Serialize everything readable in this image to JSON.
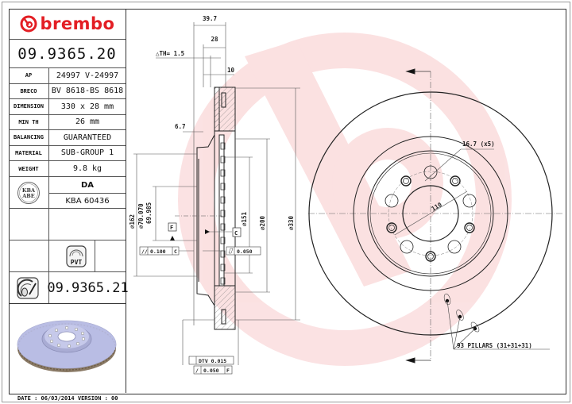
{
  "brand": {
    "name": "brembo",
    "color": "#e31e24"
  },
  "part_number": "09.9365.20",
  "specs": [
    {
      "label": "AP",
      "value": "24997 V-24997"
    },
    {
      "label": "BRECO",
      "value": "BV 8618-BS 8618"
    },
    {
      "label": "DIMENSION",
      "value": "330 x 28 mm"
    },
    {
      "label": "MIN TH",
      "value": "26 mm"
    },
    {
      "label": "BALANCING",
      "value": "GUARANTEED"
    },
    {
      "label": "MATERIAL",
      "value": "SUB-GROUP 1"
    },
    {
      "label": "WEIGHT",
      "value": "9.8 kg"
    }
  ],
  "kba": {
    "icon_label_1": "KBA",
    "icon_label_2": "ABE",
    "value_1": "DA",
    "value_2": "KBA 60436"
  },
  "pvt": {
    "icon_label": "PVT"
  },
  "alt_part_number": "09.9365.21",
  "footer": {
    "date_text": "DATE : 06/03/2014 VERSION : 00"
  },
  "drawing": {
    "dims": {
      "overall_width": "39.7",
      "thickness": "28",
      "delta_th": "△TH= 1.5",
      "vane": "10",
      "hat_offset": "6.7",
      "d162": "⌀162",
      "hub_bore_max": "⌀70.070",
      "hub_bore_min": "69.985",
      "d151": "⌀151",
      "d200": "⌀200",
      "d330": "⌀330",
      "bolt_circle": "110",
      "bolt_holes": "16.7 (x5)"
    },
    "datums": {
      "f": "F",
      "c": "C"
    },
    "tolerances": {
      "parallel": "0.100",
      "parallel_ref": "C",
      "flatness": "0.050",
      "dtv": "DTV 0.015",
      "runout": "0.050",
      "runout_ref": "F"
    },
    "pillars": "93 PILLARS (31+31+31)"
  }
}
